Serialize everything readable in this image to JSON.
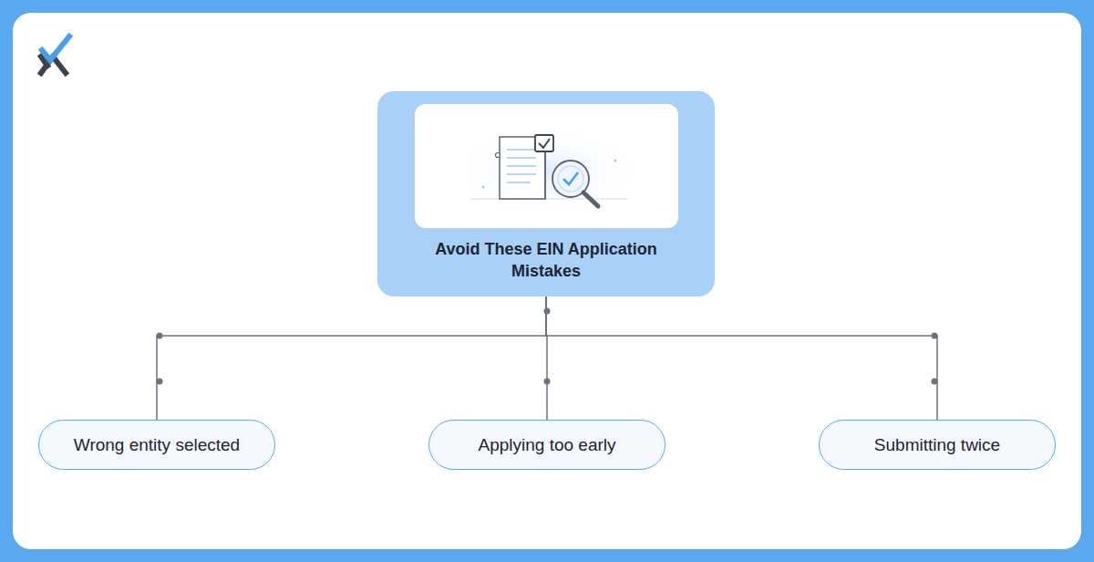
{
  "diagram": {
    "title": "Avoid These EIN Application Mistakes",
    "nodes": [
      {
        "text": [
          "Avoid These EIN Application Mistakes"
        ]
      },
      {
        "text": [
          "Wrong entity selected"
        ]
      },
      {
        "text": [
          "Applying too early"
        ]
      },
      {
        "text": [
          "Submitting twice"
        ]
      }
    ],
    "edges": [
      {
        "from": 0,
        "to": 1,
        "arrow": "none"
      },
      {
        "from": 0,
        "to": 2,
        "arrow": "none"
      },
      {
        "from": 0,
        "to": 3,
        "arrow": "none"
      }
    ]
  }
}
